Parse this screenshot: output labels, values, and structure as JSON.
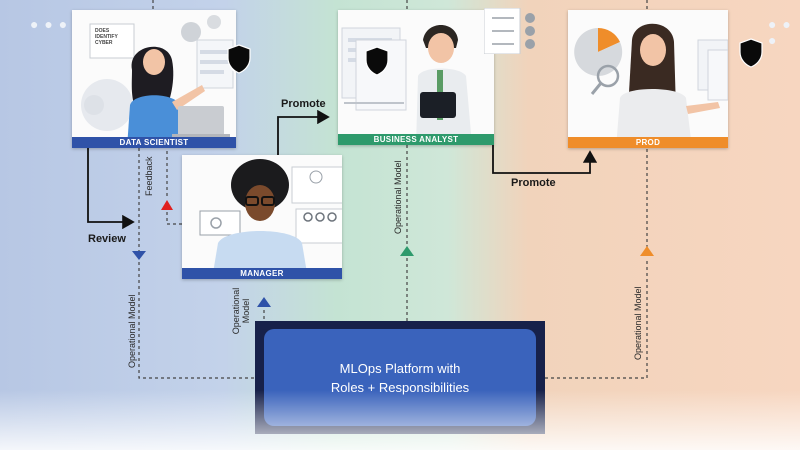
{
  "roles": {
    "data_scientist": {
      "label": "DATA SCIENTIST",
      "color": "#2f52a8"
    },
    "business_analyst": {
      "label": "BUSINESS ANALYST",
      "color": "#2e9a6c"
    },
    "prod": {
      "label": "PROD",
      "color": "#ef8d2a"
    },
    "manager": {
      "label": "MANAGER",
      "color": "#2f52a8"
    }
  },
  "flows": {
    "promote_1": "Promote",
    "promote_2": "Promote",
    "review": "Review",
    "feedback": "Feedback",
    "operational_model_left": "Operational Model",
    "operational_model_manager": "Operational Model",
    "operational_model_business": "Operational Model",
    "operational_model_prod": "Operational Model"
  },
  "platform": {
    "line1": "MLOps Platform with",
    "line2": "Roles + Responsibilities"
  },
  "whiteboard_text": "DOES\nIDENTIFY\nCYBER",
  "colors": {
    "shield": "#0a0a0a",
    "feedback_arrow": "#e0201f",
    "manager_arrow": "#2f52a8",
    "analyst_arrow": "#2e9a6c",
    "prod_arrow": "#ef8d2a"
  }
}
